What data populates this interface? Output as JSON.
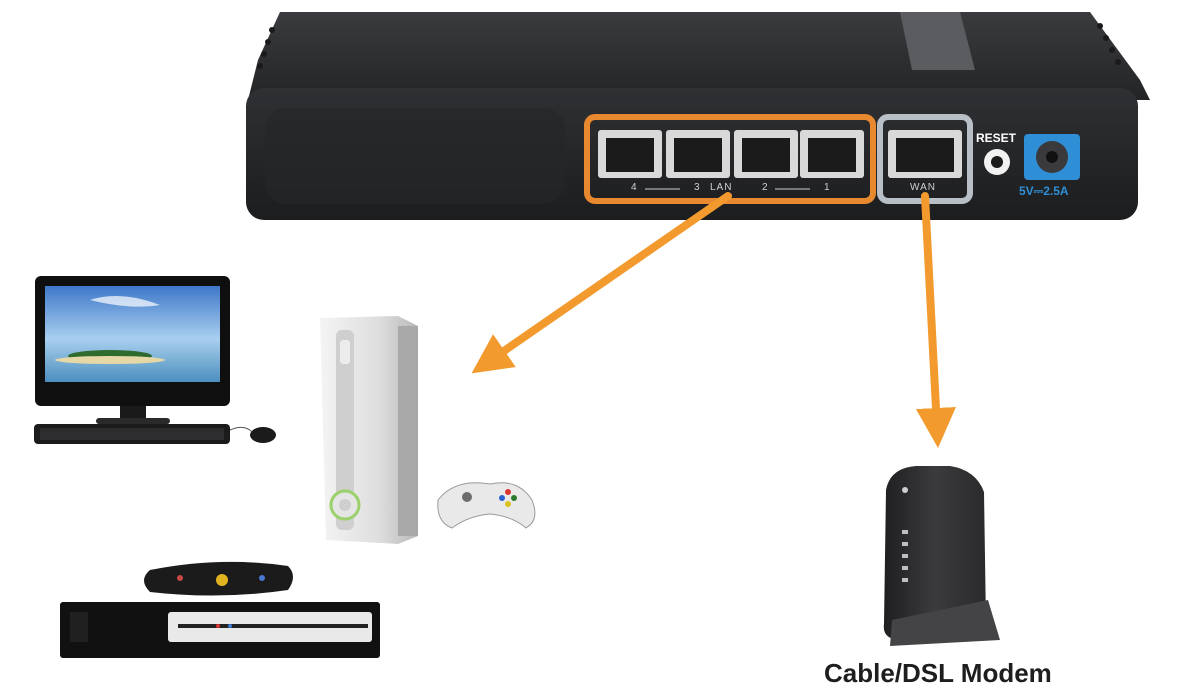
{
  "router": {
    "lan_label": "LAN",
    "lan_port_numbers": [
      "4",
      "3",
      "2",
      "1"
    ],
    "wan_label": "WAN",
    "reset_label": "RESET",
    "power_label": "5V⎓2.5A"
  },
  "devices": {
    "bottom_caption": "Cable/DSL Modem"
  },
  "colors": {
    "lan_frame": "#e8892f",
    "wan_frame": "#b9bfc7",
    "arrow": "#f29a2e",
    "router_body": "#2b2c2e",
    "power_text": "#2f8fd6"
  }
}
